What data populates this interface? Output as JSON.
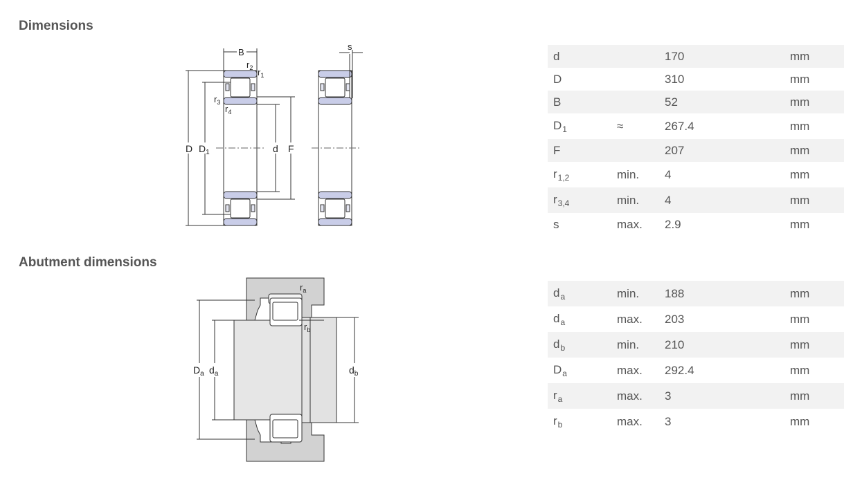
{
  "sections": {
    "dimensions": "Dimensions",
    "abutment": "Abutment dimensions"
  },
  "drawing1": {
    "B": "B",
    "s": "s",
    "r2": "r",
    "r2_sub": "2",
    "r1": "r",
    "r1_sub": "1",
    "r3": "r",
    "r3_sub": "3",
    "r4": "r",
    "r4_sub": "4",
    "D": "D",
    "D1": "D",
    "D1_sub": "1",
    "d": "d",
    "F": "F"
  },
  "drawing2": {
    "ra": "r",
    "ra_sub": "a",
    "rb": "r",
    "rb_sub": "b",
    "Da": "D",
    "Da_sub": "a",
    "da": "d",
    "da_sub": "a",
    "db": "d",
    "db_sub": "b"
  },
  "dimensions": [
    {
      "sym": "d",
      "sub": "",
      "q": "",
      "value": "170",
      "unit": "mm"
    },
    {
      "sym": "D",
      "sub": "",
      "q": "",
      "value": "310",
      "unit": "mm"
    },
    {
      "sym": "B",
      "sub": "",
      "q": "",
      "value": "52",
      "unit": "mm"
    },
    {
      "sym": "D",
      "sub": "1",
      "q": "≈",
      "value": "267.4",
      "unit": "mm"
    },
    {
      "sym": "F",
      "sub": "",
      "q": "",
      "value": "207",
      "unit": "mm"
    },
    {
      "sym": "r",
      "sub": "1,2",
      "q": "min.",
      "value": "4",
      "unit": "mm"
    },
    {
      "sym": "r",
      "sub": "3,4",
      "q": "min.",
      "value": "4",
      "unit": "mm"
    },
    {
      "sym": "s",
      "sub": "",
      "q": "max.",
      "value": "2.9",
      "unit": "mm"
    }
  ],
  "abutment": [
    {
      "sym": "d",
      "sub": "a",
      "q": "min.",
      "value": "188",
      "unit": "mm"
    },
    {
      "sym": "d",
      "sub": "a",
      "q": "max.",
      "value": "203",
      "unit": "mm"
    },
    {
      "sym": "d",
      "sub": "b",
      "q": "min.",
      "value": "210",
      "unit": "mm"
    },
    {
      "sym": "D",
      "sub": "a",
      "q": "max.",
      "value": "292.4",
      "unit": "mm"
    },
    {
      "sym": "r",
      "sub": "a",
      "q": "max.",
      "value": "3",
      "unit": "mm"
    },
    {
      "sym": "r",
      "sub": "b",
      "q": "max.",
      "value": "3",
      "unit": "mm"
    }
  ]
}
